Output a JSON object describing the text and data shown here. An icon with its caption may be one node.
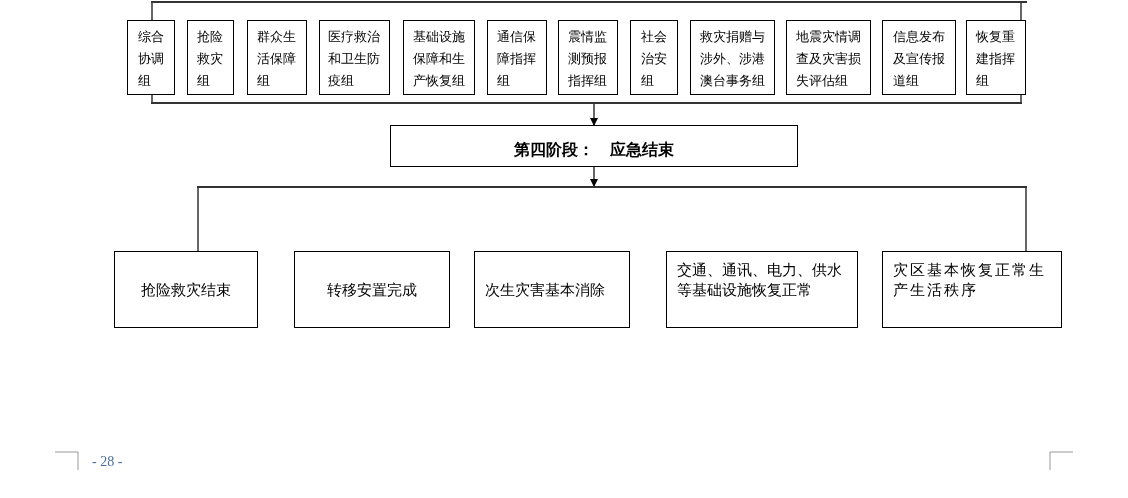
{
  "diagram": {
    "nodes": [
      {
        "text": [
          "综合协调组"
        ]
      },
      {
        "text": [
          "抢险救灾组"
        ]
      },
      {
        "text": [
          "群众生活保障组"
        ]
      },
      {
        "text": [
          "医疗救治和卫生防疫组"
        ]
      },
      {
        "text": [
          "基础设施保障和生产恢复组"
        ]
      },
      {
        "text": [
          "通信保障指挥组"
        ]
      },
      {
        "text": [
          "震情监测预报指挥组"
        ]
      },
      {
        "text": [
          "社会治安组"
        ]
      },
      {
        "text": [
          "救灾捐赠与涉外、涉港澳台事务组"
        ]
      },
      {
        "text": [
          "地震灾情调查及灾害损失评估组"
        ]
      },
      {
        "text": [
          "信息发布及宣传报道组"
        ]
      },
      {
        "text": [
          "恢复重建指挥组"
        ]
      },
      {
        "text": [
          "第四阶段：   应急结束"
        ]
      },
      {
        "text": [
          "抢险救灾结束"
        ]
      },
      {
        "text": [
          "转移安置完成"
        ]
      },
      {
        "text": [
          "次生灾害基本消除"
        ]
      },
      {
        "text": [
          "交通、通讯、电力、供水等基础设施恢复正常"
        ]
      },
      {
        "text": [
          "灾区基本恢复正常生产生活秩序"
        ]
      },
      {
        "text": [],
        "shape": "bar"
      },
      {
        "text": [],
        "shape": "bar"
      },
      {
        "text": [],
        "shape": "bar"
      }
    ],
    "edges": [
      {
        "from": 18,
        "to": 0,
        "arrow": "none"
      },
      {
        "from": 18,
        "to": 11,
        "arrow": "none"
      },
      {
        "from": 0,
        "to": 19,
        "arrow": "none"
      },
      {
        "from": 11,
        "to": 19,
        "arrow": "none"
      },
      {
        "from": 19,
        "to": 12,
        "arrow": "to"
      },
      {
        "from": 12,
        "to": 20,
        "arrow": "to"
      },
      {
        "from": 20,
        "to": 13,
        "arrow": "none"
      },
      {
        "from": 20,
        "to": 17,
        "arrow": "none"
      }
    ],
    "labels": [
      "- 28 -"
    ]
  }
}
